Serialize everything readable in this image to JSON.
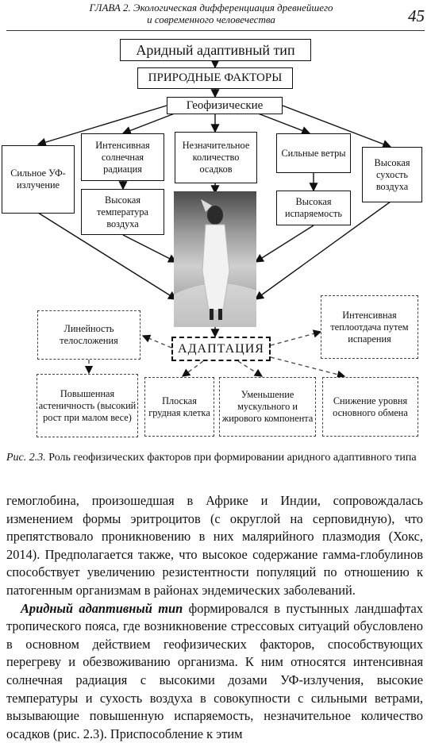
{
  "header": {
    "chapter_line1": "ГЛАВА 2. Экологическая дифференциация древнейшего",
    "chapter_line2": "и современного человечества",
    "page_number": "45"
  },
  "diagram": {
    "title": "Аридный адаптивный тип",
    "natural_factors": "ПРИРОДНЫЕ ФАКТОРЫ",
    "geophysical": "Геофизические",
    "factors": {
      "uv": "Сильное УФ-излучение",
      "solar": "Интенсивная солнечная радиация",
      "precip": "Незначительное количество осадков",
      "winds": "Сильные ветры",
      "dryness": "Высокая сухость воздуха"
    },
    "effects": {
      "temp": "Высокая температура воздуха",
      "evap": "Высокая испаряемость"
    },
    "adaptation": "АДАПТАЦИЯ",
    "adaptations": {
      "linear": "Линейность телосложения",
      "heat": "Интенсивная теплоотдача путем испарения",
      "asthenic": "Повышенная астеничность (высокий рост при малом весе)",
      "chest": "Плоская грудная клетка",
      "muscle": "Уменьшение мускульного и жирового компонента",
      "metab": "Снижение уровня основного обмена"
    }
  },
  "caption": {
    "label": "Рис. 2.3.",
    "text": "Роль геофизических факторов при формировании аридного адаптивного типа"
  },
  "body": {
    "p1": "гемоглобина, произошедшая в Африке и Индии, сопровождалась изменением формы эритроцитов (с округлой на серповидную), что препятствовало проникновению в них малярийного плазмодия (Хокс, 2014). Предполагается также, что высокое содержание гамма-глобулинов способствует увеличению резистентности популяций по отношению к патогенным организмам в районах эндемических заболеваний.",
    "p2_bold": "Аридный адаптивный тип",
    "p2_rest": " формировался в пустынных ландшафтах тропического пояса, где возникновение стрессовых ситуаций обусловлено в основном действием геофизических факторов, способствующих перегреву и обезвоживанию организма. К ним относятся интенсивная солнечная радиация с высокими дозами УФ-излучения, высокие температуры и сухость воздуха в совокупности с сильными ветрами, вызывающие повышенную испаряемость, незначительное количество осадков (рис. 2.3). Приспособление к этим"
  }
}
